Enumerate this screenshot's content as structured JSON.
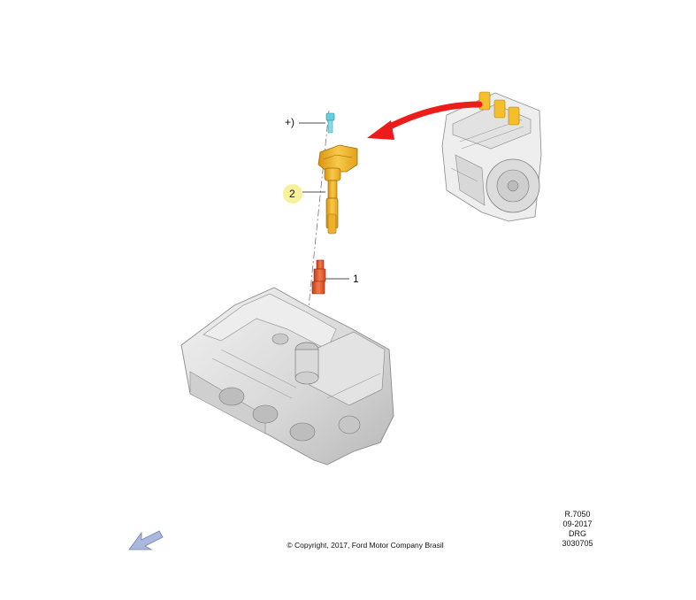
{
  "callouts": {
    "fastener": "+)",
    "coil": "2",
    "plug": "1"
  },
  "reference": {
    "line1": "R.7050",
    "line2": "09-2017",
    "line3": "DRG",
    "line4": "3030705"
  },
  "copyright": "© Copyright, 2017, Ford Motor Company Brasil",
  "colors": {
    "coil": "#f5b72a",
    "spark_plug": "#e8572d",
    "bolt": "#5fd0e0",
    "highlight_circle": "#f7f19a",
    "locator_arrow": "#ee1b1b",
    "nav_arrow": "#a9b8dc"
  },
  "icons": {
    "nav": "previous-arrow-icon"
  }
}
